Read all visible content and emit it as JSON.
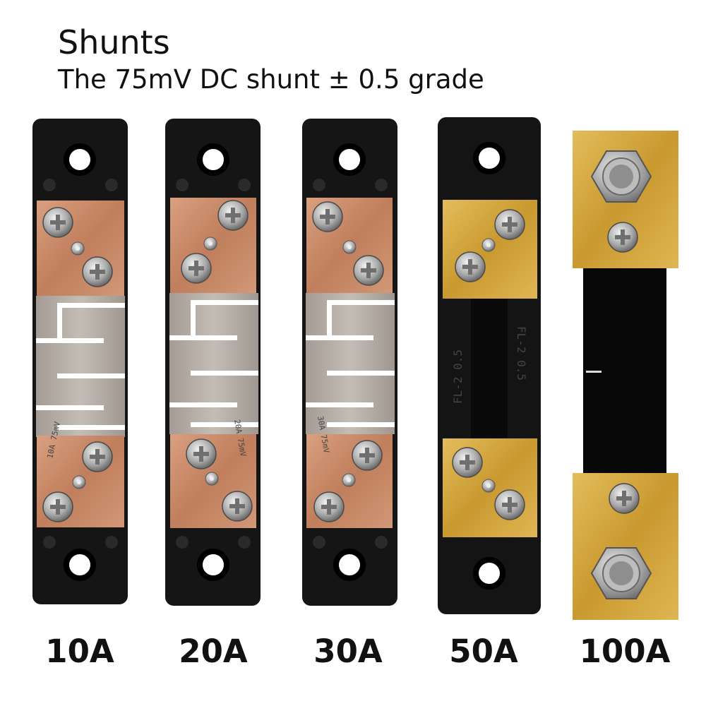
{
  "header": {
    "title": "Shunts",
    "subtitle": "The 75mV DC shunt ± 0.5 grade"
  },
  "shunts": [
    {
      "label": "10A",
      "engraving": "10A 75mV"
    },
    {
      "label": "20A",
      "engraving": "20A 75mV"
    },
    {
      "label": "30A",
      "engraving": "30A 75mV"
    },
    {
      "label": "50A",
      "engraving_left": "FL-2 0.5",
      "engraving_right": "FL-2 0.5"
    },
    {
      "label": "100A"
    }
  ],
  "colors": {
    "base": "#121212",
    "copper": "#c88a68",
    "manganin": "#b3aca5",
    "brass": "#d6ab44"
  }
}
